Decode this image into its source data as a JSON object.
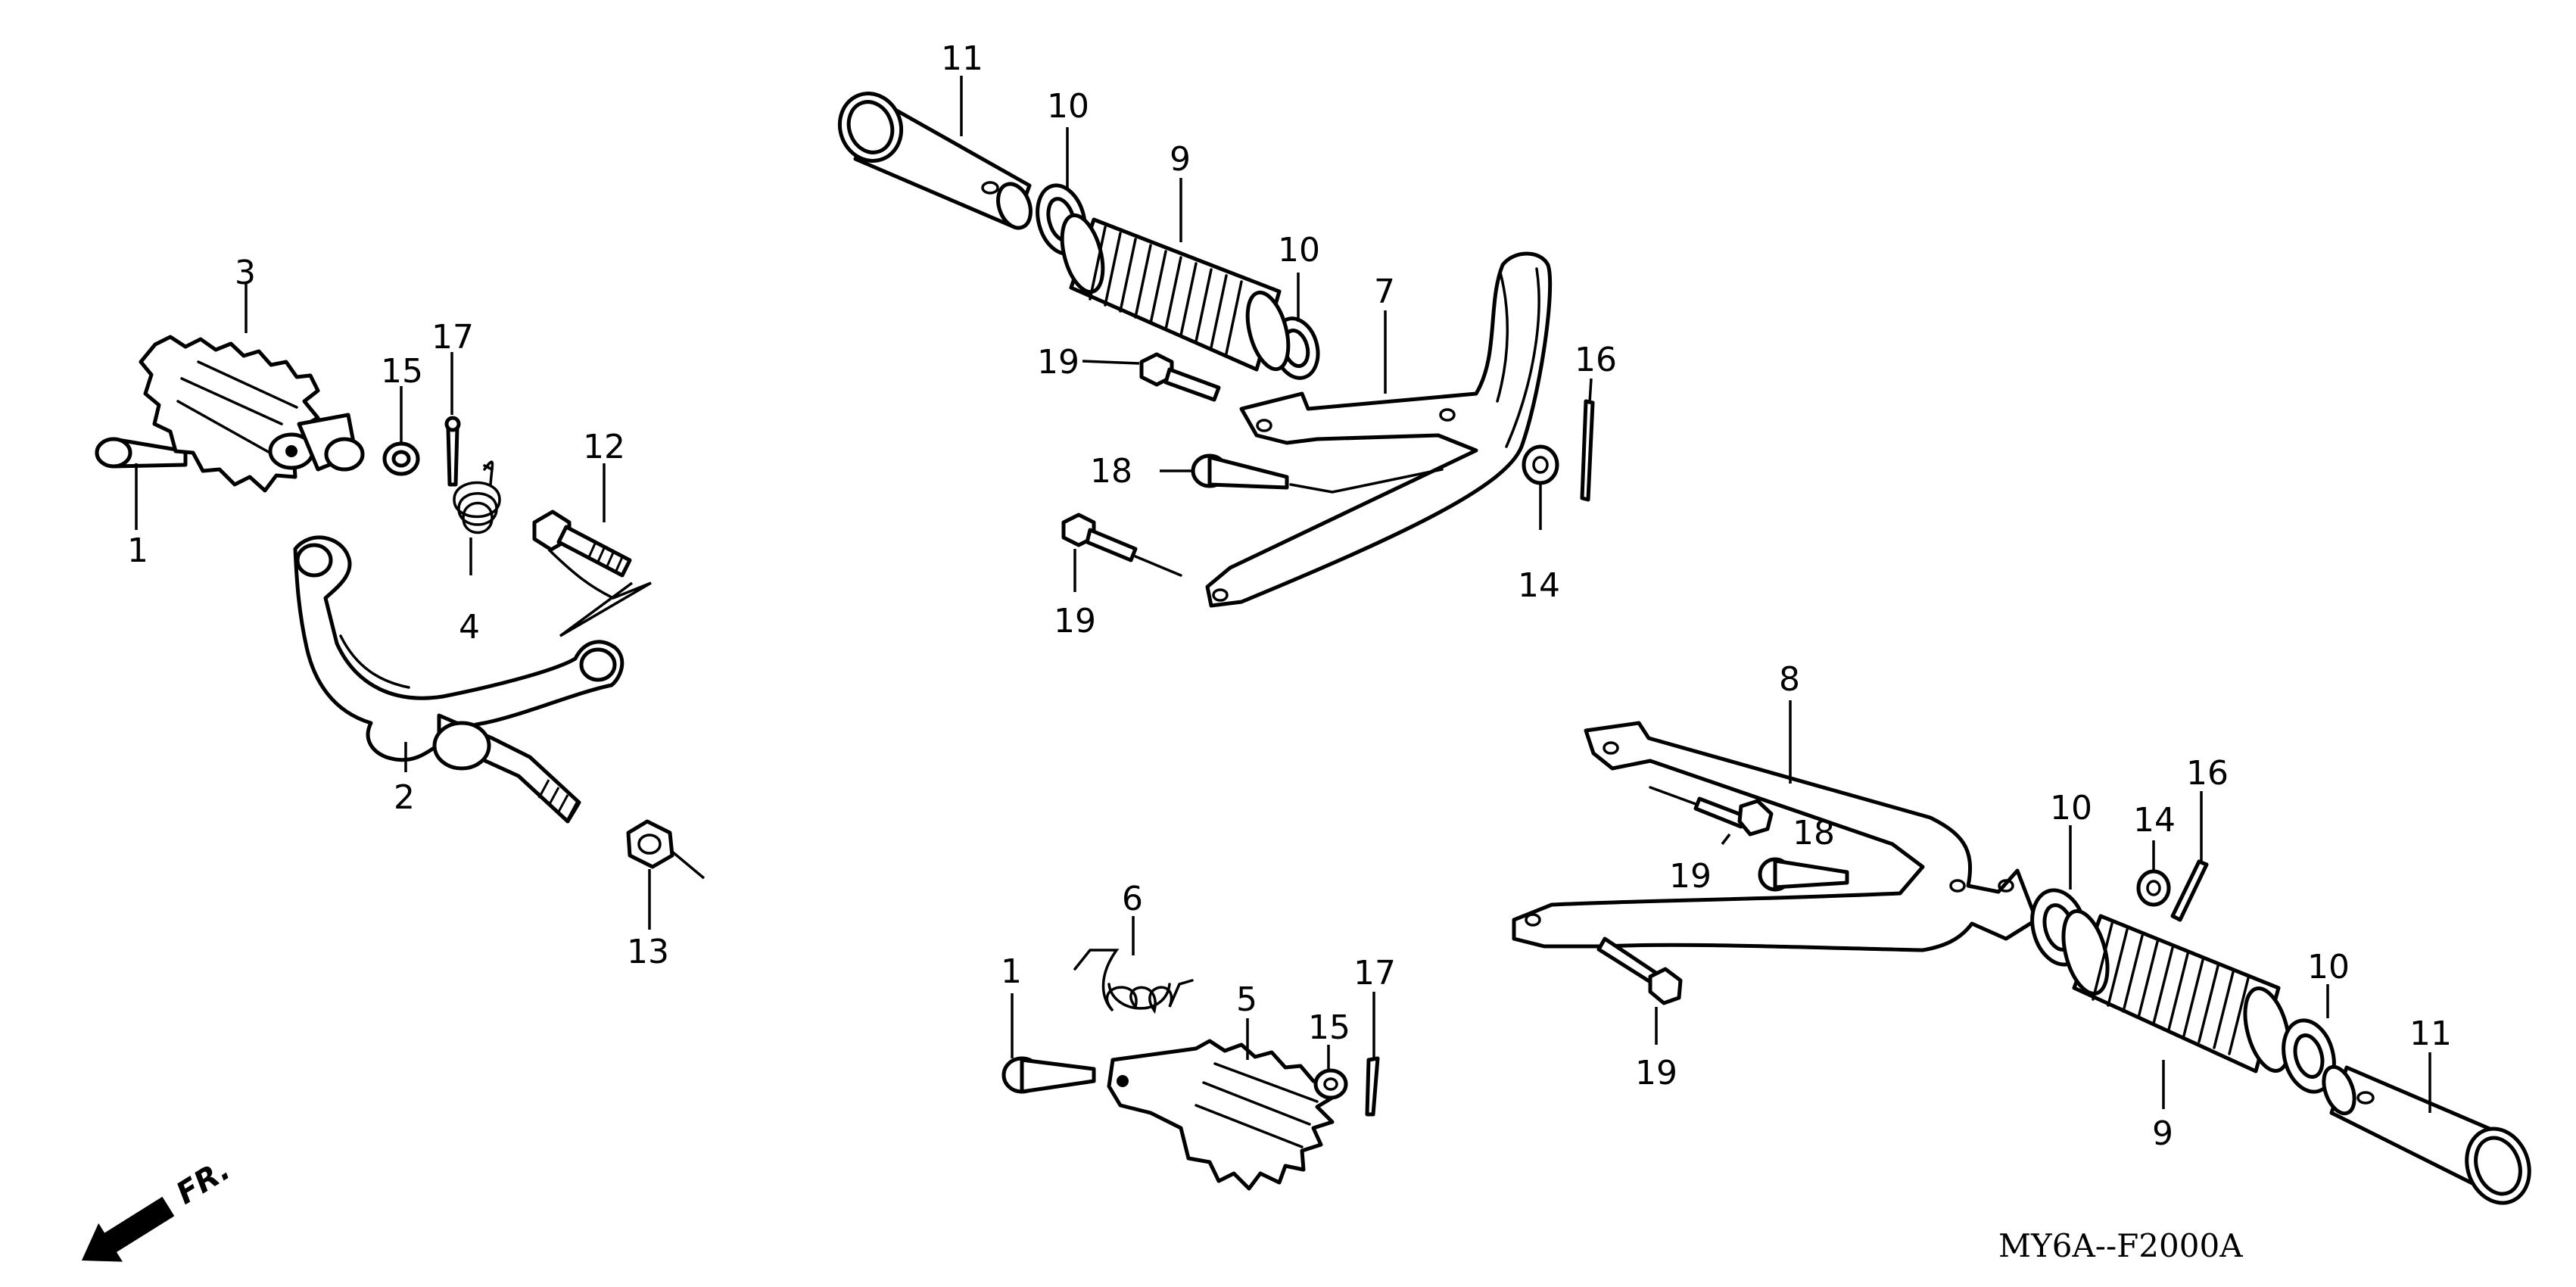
{
  "diagram": {
    "front_label": "FR.",
    "drawing_code": "MY6A--F2000A"
  },
  "callouts": {
    "c1a": "1",
    "c1b": "1",
    "c2": "2",
    "c3": "3",
    "c4": "4",
    "c5": "5",
    "c6": "6",
    "c7": "7",
    "c8": "8",
    "c9a": "9",
    "c9b": "9",
    "c10a": "10",
    "c10b": "10",
    "c10c": "10",
    "c10d": "10",
    "c11a": "11",
    "c11b": "11",
    "c12": "12",
    "c13": "13",
    "c14a": "14",
    "c14b": "14",
    "c15a": "15",
    "c15b": "15",
    "c16a": "16",
    "c16b": "16",
    "c17a": "17",
    "c17b": "17",
    "c18a": "18",
    "c18b": "18",
    "c19a": "19",
    "c19b": "19",
    "c19c": "19",
    "c19d": "19"
  }
}
